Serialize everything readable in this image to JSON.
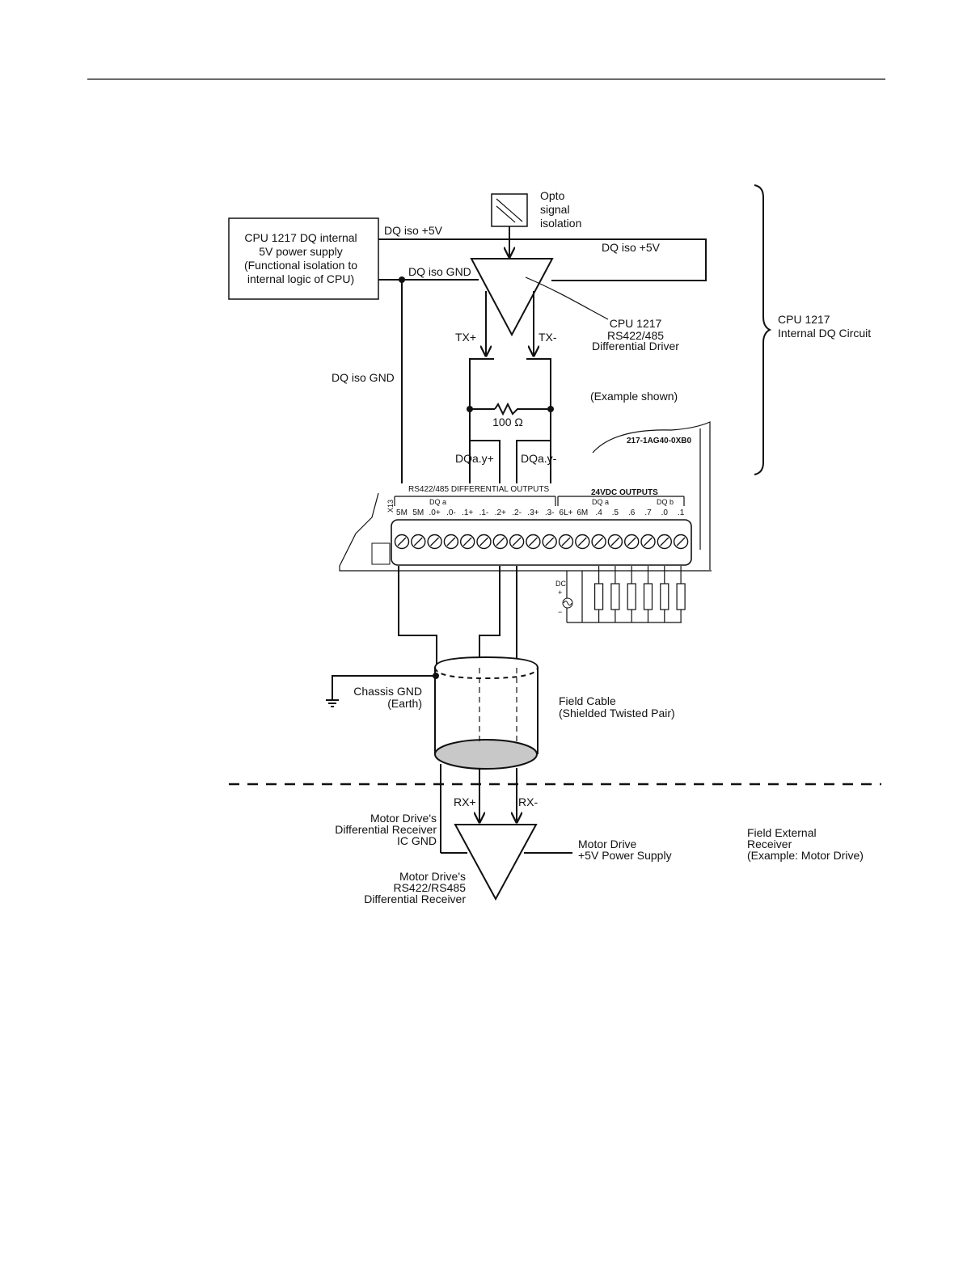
{
  "diagram": {
    "power_box": [
      "CPU 1217 DQ internal",
      "5V power supply",
      "(Functional isolation to",
      "internal logic of CPU)"
    ],
    "opto_label": [
      "Opto",
      "signal",
      "isolation"
    ],
    "dq_iso_5v_a": "DQ iso +5V",
    "dq_iso_5v_b": "DQ iso +5V",
    "dq_iso_gnd_a": "DQ iso GND",
    "dq_iso_gnd_b": "DQ iso GND",
    "driver_label": [
      "CPU 1217",
      "RS422/485",
      "Differential Driver"
    ],
    "tx_plus": "TX+",
    "tx_minus": "TX-",
    "resistor": "100 Ω",
    "example": "(Example shown)",
    "internal_circuit": [
      "CPU 1217",
      "Internal DQ Circuit"
    ],
    "dqa_plus": "DQa.y+",
    "dqa_minus": "DQa.y-",
    "part_number": "217-1AG40-0XB0",
    "module": {
      "rs_header": "RS422/485 DIFFERENTIAL OUTPUTS",
      "dc_header": "24VDC OUTPUTS",
      "x13": "X13",
      "dq_a_1": "DQ a",
      "dq_a_2": "DQ a",
      "dq_b": "DQ b",
      "terminals": [
        "5M",
        "5M",
        ".0+",
        ".0-",
        ".1+",
        ".1-",
        ".2+",
        ".2-",
        ".3+",
        ".3-",
        "6L+",
        "6M",
        ".4",
        ".5",
        ".6",
        ".7",
        ".0",
        ".1"
      ],
      "dc": "DC"
    },
    "chassis_gnd": [
      "Chassis GND",
      "(Earth)"
    ],
    "field_cable": [
      "Field Cable",
      "(Shielded Twisted Pair)"
    ],
    "rx_plus": "RX+",
    "rx_minus": "RX-",
    "receiver_gnd": [
      "Motor Drive's",
      "Differential Receiver",
      "IC GND"
    ],
    "motor_supply": [
      "Motor Drive",
      "+5V Power Supply"
    ],
    "field_receiver": [
      "Field External",
      "Receiver",
      "(Example: Motor Drive)"
    ],
    "receiver_label": [
      "Motor Drive's",
      "RS422/RS485",
      "Differential Receiver"
    ]
  }
}
